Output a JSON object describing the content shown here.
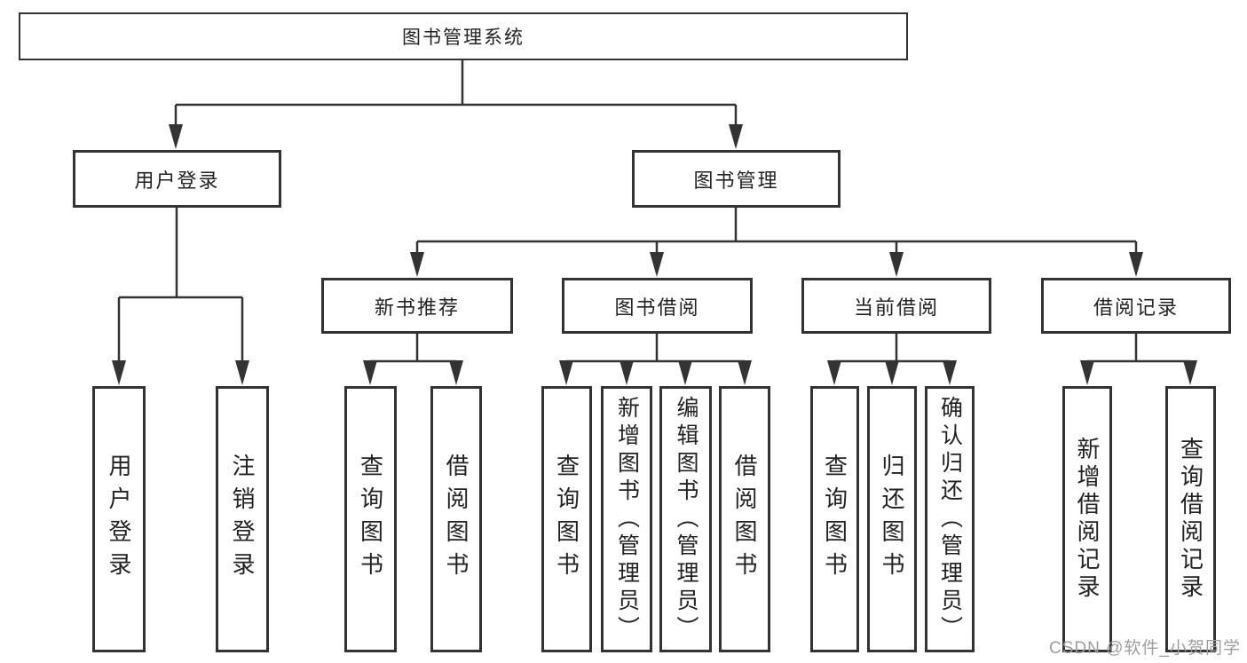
{
  "diagram_title": "图书管理系统",
  "tree": {
    "root": {
      "label": "图书管理系统",
      "children": [
        {
          "label": "用户登录",
          "children": [
            {
              "label": "用户登录"
            },
            {
              "label": "注销登录"
            }
          ]
        },
        {
          "label": "图书管理",
          "children": [
            {
              "label": "新书推荐",
              "children": [
                {
                  "label": "查询图书"
                },
                {
                  "label": "借阅图书"
                }
              ]
            },
            {
              "label": "图书借阅",
              "children": [
                {
                  "label": "查询图书"
                },
                {
                  "label": "新增图书（管理员）"
                },
                {
                  "label": "编辑图书（管理员）"
                },
                {
                  "label": "借阅图书"
                }
              ]
            },
            {
              "label": "当前借阅",
              "children": [
                {
                  "label": "查询图书"
                },
                {
                  "label": "归还图书"
                },
                {
                  "label": "确认归还（管理员）"
                }
              ]
            },
            {
              "label": "借阅记录",
              "children": [
                {
                  "label": "新增借阅记录"
                },
                {
                  "label": "查询借阅记录"
                }
              ]
            }
          ]
        }
      ]
    }
  },
  "watermark": {
    "text": "CSDN @软件_小贺同学"
  },
  "colors": {
    "line": "#333333",
    "box_border": "#333333",
    "box_fill": "#ffffff",
    "text": "#222222",
    "watermark": "#9e9e9e",
    "background": "#ffffff"
  }
}
